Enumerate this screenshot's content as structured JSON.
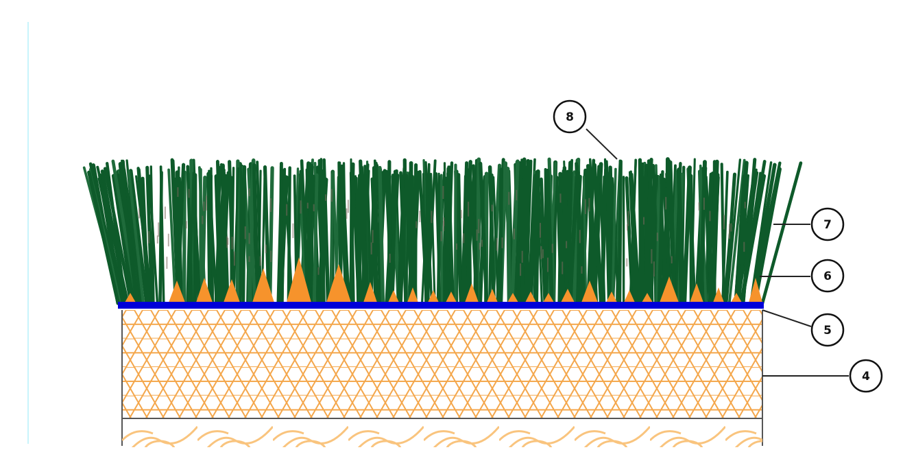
{
  "diagram": {
    "callouts": [
      {
        "id": "label-8",
        "text": "8"
      },
      {
        "id": "label-7",
        "text": "7"
      },
      {
        "id": "label-6",
        "text": "6"
      },
      {
        "id": "label-5",
        "text": "5"
      },
      {
        "id": "label-4",
        "text": "4"
      }
    ],
    "colors": {
      "grass": "#0e5a2a",
      "grass_shade": "#1f6b3b",
      "grass_dust": "#7b6a5e",
      "infill": "#f6932c",
      "membrane": "#0000d8",
      "honeycomb": "#f4a64a",
      "base_lattice": "#f9c47e",
      "frame": "#555555",
      "edge_line": "#c8f4fb"
    }
  }
}
